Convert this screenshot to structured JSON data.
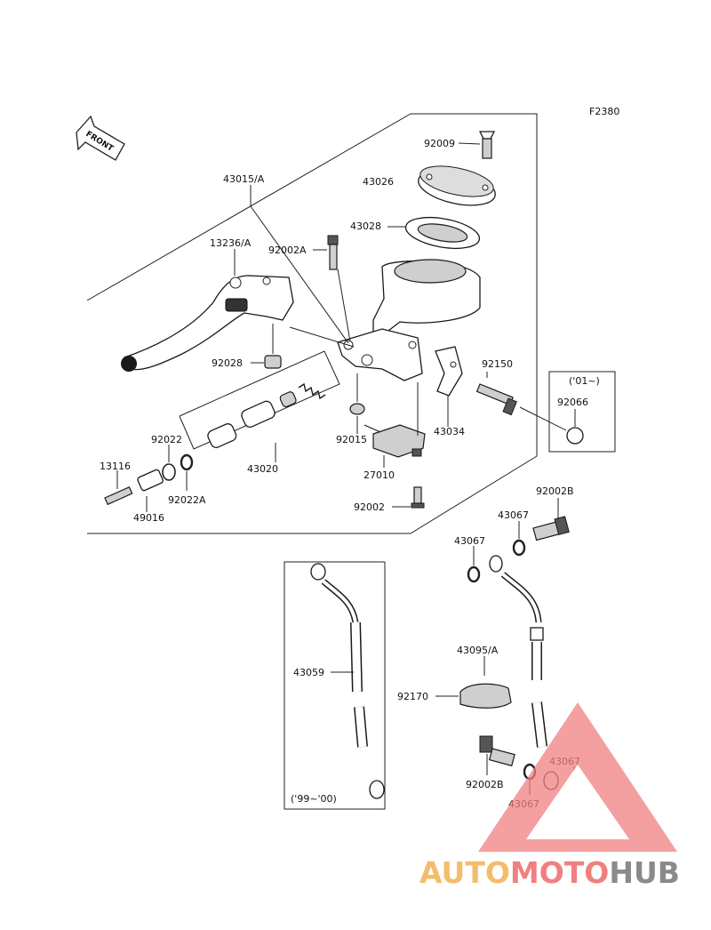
{
  "figure_code": "F2380",
  "front_arrow_label": "FRONT",
  "parts": {
    "p92009": "92009",
    "p43026": "43026",
    "p43028": "43028",
    "p43015A": "43015/A",
    "p13236A": "13236/A",
    "p92002A": "92002A",
    "p92028": "92028",
    "p92150": "92150",
    "p92066": "92066",
    "p43034": "43034",
    "p92015": "92015",
    "p27010": "27010",
    "p92002": "92002",
    "p43020": "43020",
    "p92022": "92022",
    "p92022A": "92022A",
    "p13116": "13116",
    "p49016": "49016",
    "p92002B_top": "92002B",
    "p43067_a": "43067",
    "p43067_b": "43067",
    "p43095A": "43095/A",
    "p43059": "43059",
    "p92170": "92170",
    "p92002B_bottom": "92002B",
    "p43067_c": "43067",
    "p43067_d": "43067"
  },
  "notes": {
    "model_01": "('01~)",
    "model_99_00": "('99~'00)"
  },
  "watermark": {
    "part1": "AUTO",
    "part2": "MOTO",
    "part3": "HUB"
  },
  "colors": {
    "watermark_orange": "#f3bd6a",
    "watermark_red": "#f08080",
    "watermark_gray": "#8a8a8a"
  }
}
